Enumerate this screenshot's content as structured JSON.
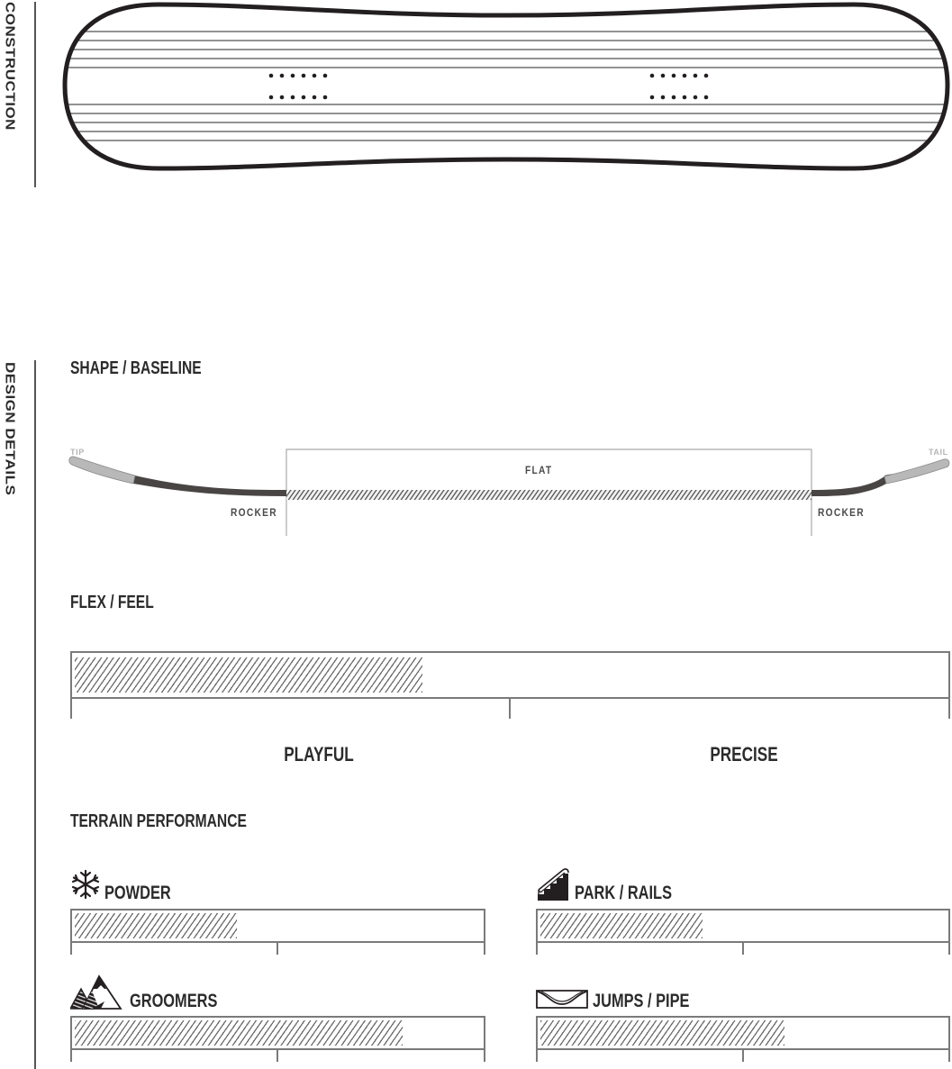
{
  "sections": {
    "construction": {
      "label": "CONSTRUCTION"
    },
    "design_details": {
      "label": "DESIGN DETAILS"
    }
  },
  "shape_baseline": {
    "title": "SHAPE / BASELINE",
    "tip_label": "TIP",
    "tail_label": "TAIL",
    "flat_label": "FLAT",
    "rocker_left_label": "ROCKER",
    "rocker_right_label": "ROCKER"
  },
  "flex_feel": {
    "title": "FLEX / FEEL",
    "left_label": "PLAYFUL",
    "right_label": "PRECISE",
    "value_pct": 40
  },
  "terrain_performance": {
    "title": "TERRAIN PERFORMANCE",
    "items": [
      {
        "label": "POWDER",
        "icon": "snowflake-icon",
        "value_pct": 40
      },
      {
        "label": "PARK / RAILS",
        "icon": "stairs-rail-icon",
        "value_pct": 40
      },
      {
        "label": "GROOMERS",
        "icon": "mountains-icon",
        "value_pct": 80
      },
      {
        "label": "JUMPS / PIPE",
        "icon": "halfpipe-icon",
        "value_pct": 60
      }
    ]
  },
  "colors": {
    "text": "#2b2b2b",
    "rocker": "#4a4545",
    "tip_tail": "#b8b8b8",
    "outline": "#231f20",
    "rule": "#7a7a7a"
  }
}
